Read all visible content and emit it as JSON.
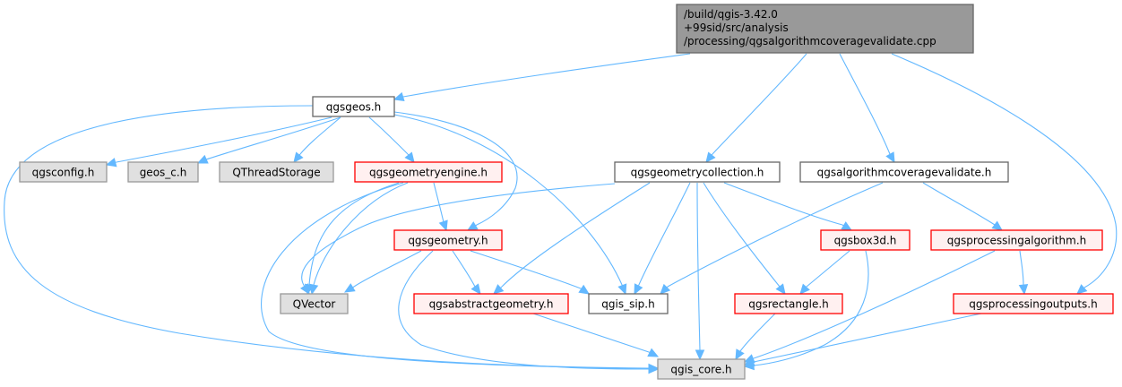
{
  "diagram": {
    "type": "include-dependency-graph",
    "colors": {
      "edge": "#63b8ff",
      "root_fill": "#999999",
      "root_border": "#666666",
      "plain_fill": "#ffffff",
      "plain_border": "#666666",
      "ext_fill": "#e0e0e0",
      "ext_border": "#999999",
      "red_fill": "#fff0f0",
      "red_border": "#ff0000"
    },
    "nodes": [
      {
        "id": "root",
        "style": "root",
        "lines": [
          "/build/qgis-3.42.0",
          "+99sid/src/analysis",
          "/processing/qgsalgorithmcoveragevalidate.cpp"
        ]
      },
      {
        "id": "qgsgeos",
        "style": "plain",
        "lines": [
          "qgsgeos.h"
        ]
      },
      {
        "id": "qgsconfig",
        "style": "ext",
        "lines": [
          "qgsconfig.h"
        ]
      },
      {
        "id": "geos_c",
        "style": "ext",
        "lines": [
          "geos_c.h"
        ]
      },
      {
        "id": "qthreadstorage",
        "style": "ext",
        "lines": [
          "QThreadStorage"
        ]
      },
      {
        "id": "qgsgeometryengine",
        "style": "red",
        "lines": [
          "qgsgeometryengine.h"
        ]
      },
      {
        "id": "qgsgeometrycollection",
        "style": "plain",
        "lines": [
          "qgsgeometrycollection.h"
        ]
      },
      {
        "id": "qgsalgorithmcoveragevalidate",
        "style": "plain",
        "lines": [
          "qgsalgorithmcoveragevalidate.h"
        ]
      },
      {
        "id": "qgsgeometry",
        "style": "red",
        "lines": [
          "qgsgeometry.h"
        ]
      },
      {
        "id": "qgsbox3d",
        "style": "red",
        "lines": [
          "qgsbox3d.h"
        ]
      },
      {
        "id": "qgsprocessingalgorithm",
        "style": "red",
        "lines": [
          "qgsprocessingalgorithm.h"
        ]
      },
      {
        "id": "qvector",
        "style": "ext",
        "lines": [
          "QVector"
        ]
      },
      {
        "id": "qgsabstractgeometry",
        "style": "red",
        "lines": [
          "qgsabstractgeometry.h"
        ]
      },
      {
        "id": "qgis_sip",
        "style": "plain",
        "lines": [
          "qgis_sip.h"
        ]
      },
      {
        "id": "qgsrectangle",
        "style": "red",
        "lines": [
          "qgsrectangle.h"
        ]
      },
      {
        "id": "qgsprocessingoutputs",
        "style": "red",
        "lines": [
          "qgsprocessingoutputs.h"
        ]
      },
      {
        "id": "qgis_core",
        "style": "ext",
        "lines": [
          "qgis_core.h"
        ]
      }
    ],
    "edges": [
      [
        "root",
        "qgsgeos"
      ],
      [
        "root",
        "qgsgeometrycollection"
      ],
      [
        "root",
        "qgsalgorithmcoveragevalidate"
      ],
      [
        "root",
        "qgsprocessingoutputs"
      ],
      [
        "qgsgeos",
        "qgsconfig"
      ],
      [
        "qgsgeos",
        "geos_c"
      ],
      [
        "qgsgeos",
        "qthreadstorage"
      ],
      [
        "qgsgeos",
        "qgsgeometryengine"
      ],
      [
        "qgsgeos",
        "qgsgeometry"
      ],
      [
        "qgsgeos",
        "qgis_sip"
      ],
      [
        "qgsgeos",
        "qgis_core"
      ],
      [
        "qgsgeometryengine",
        "qgsgeometry"
      ],
      [
        "qgsgeometryengine",
        "qvector"
      ],
      [
        "qgsgeometryengine",
        "qgis_core"
      ],
      [
        "qgsgeometrycollection",
        "qvector"
      ],
      [
        "qgsgeometrycollection",
        "qgsabstractgeometry"
      ],
      [
        "qgsgeometrycollection",
        "qgis_sip"
      ],
      [
        "qgsgeometrycollection",
        "qgis_core"
      ],
      [
        "qgsgeometrycollection",
        "qgsbox3d"
      ],
      [
        "qgsgeometrycollection",
        "qgsrectangle"
      ],
      [
        "qgsalgorithmcoveragevalidate",
        "qgis_sip"
      ],
      [
        "qgsalgorithmcoveragevalidate",
        "qgsprocessingalgorithm"
      ],
      [
        "qgsgeometry",
        "qvector"
      ],
      [
        "qgsgeometry",
        "qgsabstractgeometry"
      ],
      [
        "qgsgeometry",
        "qgis_sip"
      ],
      [
        "qgsgeometry",
        "qgis_core"
      ],
      [
        "qgsbox3d",
        "qgsrectangle"
      ],
      [
        "qgsbox3d",
        "qgis_core"
      ],
      [
        "qgsprocessingalgorithm",
        "qgsprocessingoutputs"
      ],
      [
        "qgsprocessingalgorithm",
        "qgis_core"
      ],
      [
        "qgsabstractgeometry",
        "qgis_core"
      ],
      [
        "qgsrectangle",
        "qgis_core"
      ],
      [
        "qgsprocessingoutputs",
        "qgis_core"
      ]
    ]
  }
}
